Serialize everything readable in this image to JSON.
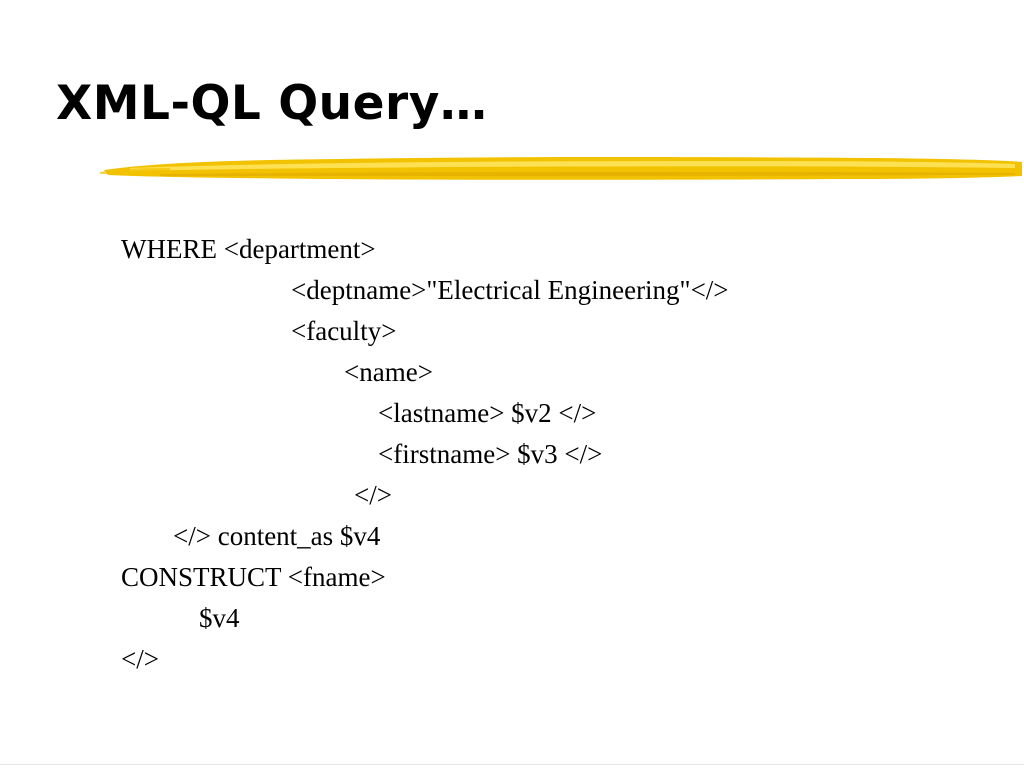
{
  "slide": {
    "title": "XML-QL Query…",
    "underline_colors": {
      "base": "#f2c200",
      "light": "#ffe45c",
      "dark": "#e0a800"
    },
    "code_lines": [
      "WHERE <department>",
      "<deptname>\"Electrical Engineering\"</>",
      "<faculty>",
      "<name>",
      "<lastname> $v2 </>",
      "<firstname> $v3 </>",
      "</>",
      "</> content_as $v4",
      "CONSTRUCT <fname>",
      "$v4",
      "</>"
    ]
  }
}
